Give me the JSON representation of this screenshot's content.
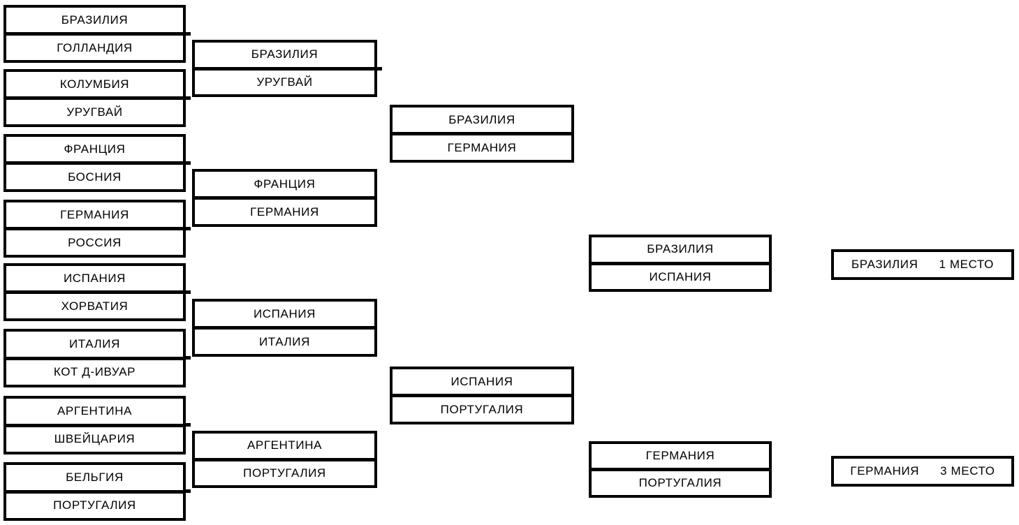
{
  "colors": {
    "border": "#000000",
    "background": "#ffffff",
    "text": "#000000"
  },
  "bracket": {
    "round_of_16": [
      {
        "top": "БРАЗИЛИЯ",
        "bottom": "ГОЛЛАНДИЯ"
      },
      {
        "top": "КОЛУМБИЯ",
        "bottom": "УРУГВАЙ"
      },
      {
        "top": "ФРАНЦИЯ",
        "bottom": "БОСНИЯ"
      },
      {
        "top": "ГЕРМАНИЯ",
        "bottom": "РОССИЯ"
      },
      {
        "top": "ИСПАНИЯ",
        "bottom": "ХОРВАТИЯ"
      },
      {
        "top": "ИТАЛИЯ",
        "bottom": "КОТ Д-ИВУАР"
      },
      {
        "top": "АРГЕНТИНА",
        "bottom": "ШВЕЙЦАРИЯ"
      },
      {
        "top": "БЕЛЬГИЯ",
        "bottom": "ПОРТУГАЛИЯ"
      }
    ],
    "quarterfinals": [
      {
        "top": "БРАЗИЛИЯ",
        "bottom": "УРУГВАЙ"
      },
      {
        "top": "ФРАНЦИЯ",
        "bottom": "ГЕРМАНИЯ"
      },
      {
        "top": "ИСПАНИЯ",
        "bottom": "ИТАЛИЯ"
      },
      {
        "top": "АРГЕНТИНА",
        "bottom": "ПОРТУГАЛИЯ"
      }
    ],
    "semifinals": [
      {
        "top": "БРАЗИЛИЯ",
        "bottom": "ГЕРМАНИЯ"
      },
      {
        "top": "ИСПАНИЯ",
        "bottom": "ПОРТУГАЛИЯ"
      }
    ],
    "final": {
      "top": "БРАЗИЛИЯ",
      "bottom": "ИСПАНИЯ"
    },
    "third_place_match": {
      "top": "ГЕРМАНИЯ",
      "bottom": "ПОРТУГАЛИЯ"
    },
    "results": [
      {
        "team": "БРАЗИЛИЯ",
        "place": "1 МЕСТО"
      },
      {
        "team": "ГЕРМАНИЯ",
        "place": "3 МЕСТО"
      }
    ]
  }
}
